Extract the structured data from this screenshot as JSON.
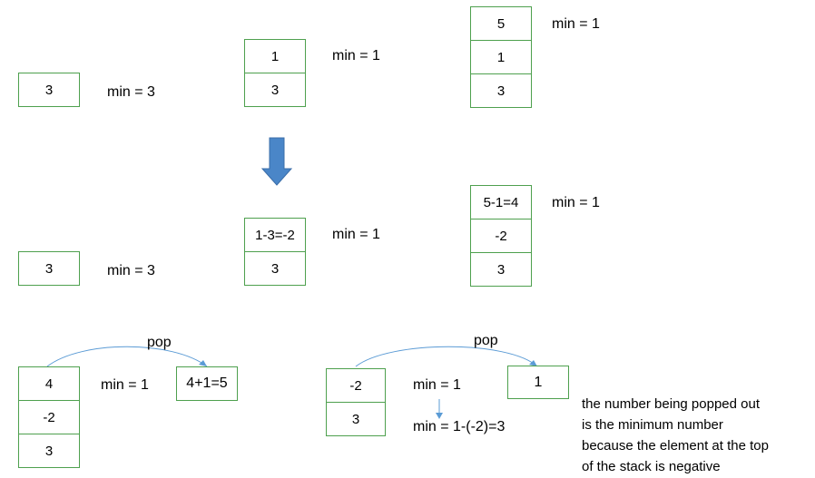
{
  "colors": {
    "box_border": "#4ea04e",
    "arrow": "#4a86c8",
    "arrow_stroke": "#3a6da8"
  },
  "row1": {
    "a": {
      "cells": [
        "3"
      ],
      "min": "min = 3"
    },
    "b": {
      "cells": [
        "1",
        "3"
      ],
      "min": "min = 1"
    },
    "c": {
      "cells": [
        "5",
        "1",
        "3"
      ],
      "min": "min = 1"
    }
  },
  "row2": {
    "a": {
      "cells": [
        "3"
      ],
      "min": "min = 3"
    },
    "b": {
      "cells": [
        "1-3=-2",
        "3"
      ],
      "min": "min = 1"
    },
    "c": {
      "cells": [
        "5-1=4",
        "-2",
        "3"
      ],
      "min": "min = 1"
    }
  },
  "row3": {
    "left": {
      "cells": [
        "4",
        "-2",
        "3"
      ],
      "min": "min = 1",
      "pop_label": "pop",
      "popped": "4+1=5"
    },
    "right": {
      "cells": [
        "-2",
        "3"
      ],
      "min": "min = 1",
      "min_after": "min = 1-(-2)=3",
      "pop_label": "pop",
      "popped": "1"
    }
  },
  "explanation": [
    "the number being popped out",
    "is the minimum number",
    "because the element at the top",
    "of the stack is negative"
  ]
}
